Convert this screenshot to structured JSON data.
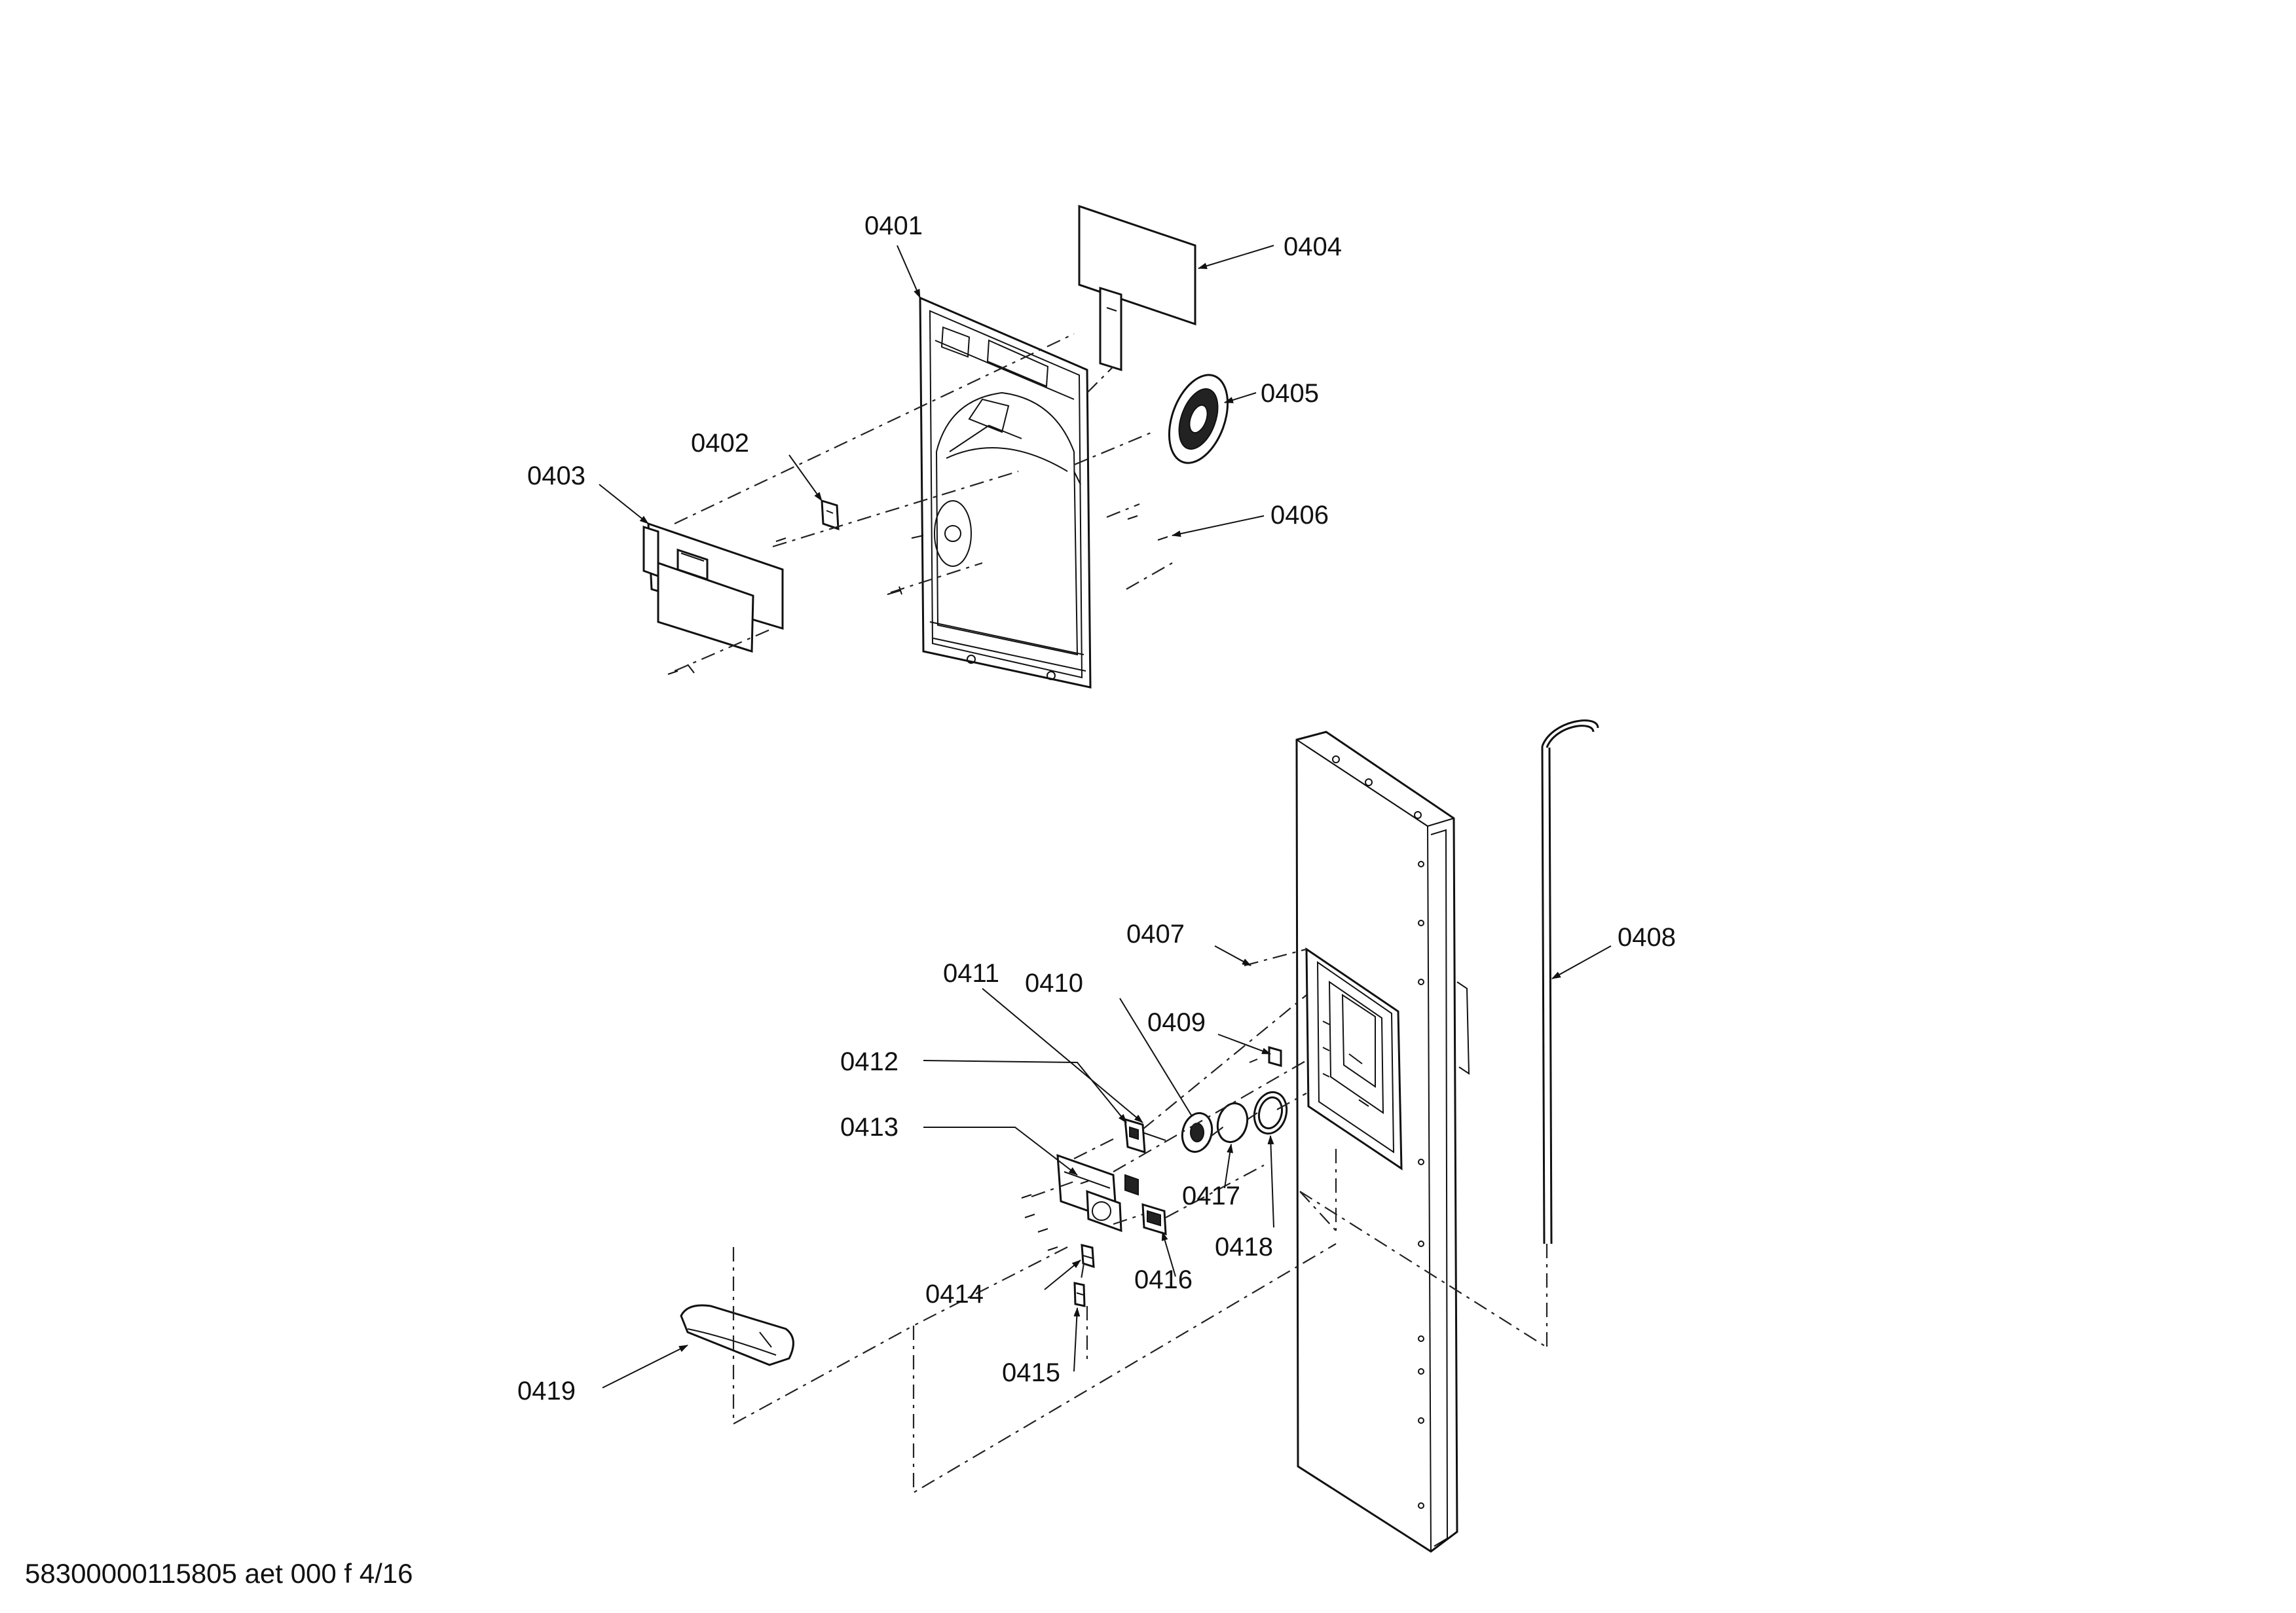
{
  "diagram": {
    "type": "exploded-parts-diagram",
    "callouts": {
      "p0401": "0401",
      "p0402": "0402",
      "p0403": "0403",
      "p0404": "0404",
      "p0405": "0405",
      "p0406": "0406",
      "p0407": "0407",
      "p0408": "0408",
      "p0409": "0409",
      "p0410": "0410",
      "p0411": "0411",
      "p0412": "0412",
      "p0413": "0413",
      "p0414": "0414",
      "p0415": "0415",
      "p0416": "0416",
      "p0417": "0417",
      "p0418": "0418",
      "p0419": "0419"
    },
    "footer_code": "58300000115805 aet 000 f 4/16"
  }
}
